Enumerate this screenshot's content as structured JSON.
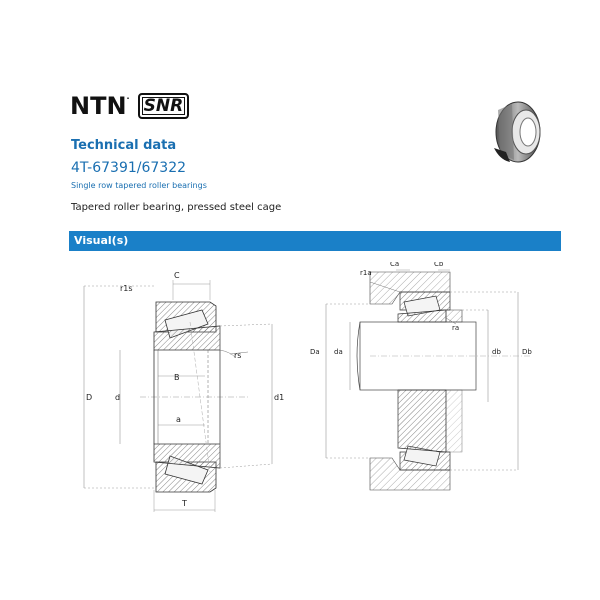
{
  "brand": {
    "ntn": "NTN",
    "snr": "SNR"
  },
  "heading": {
    "title": "Technical data",
    "code": "4T-67391/67322",
    "subtitle": "Single row tapered roller bearings",
    "description": "Tapered roller bearing, pressed steel cage"
  },
  "section": {
    "label": "Visual(s)"
  },
  "left_diagram": {
    "labels": {
      "C": "C",
      "r1s": "r1s",
      "rs": "rs",
      "D": "D",
      "d": "d",
      "B": "B",
      "a": "a",
      "d1": "d1",
      "T": "T"
    }
  },
  "right_diagram": {
    "labels": {
      "r1a": "r1a",
      "Ca": "Ca",
      "Cb": "Cb",
      "ra": "ra",
      "Da": "Da",
      "da": "da",
      "db": "db",
      "Db": "Db"
    }
  },
  "colors": {
    "accent": "#1a80c8",
    "heading": "#1a6fb1"
  }
}
